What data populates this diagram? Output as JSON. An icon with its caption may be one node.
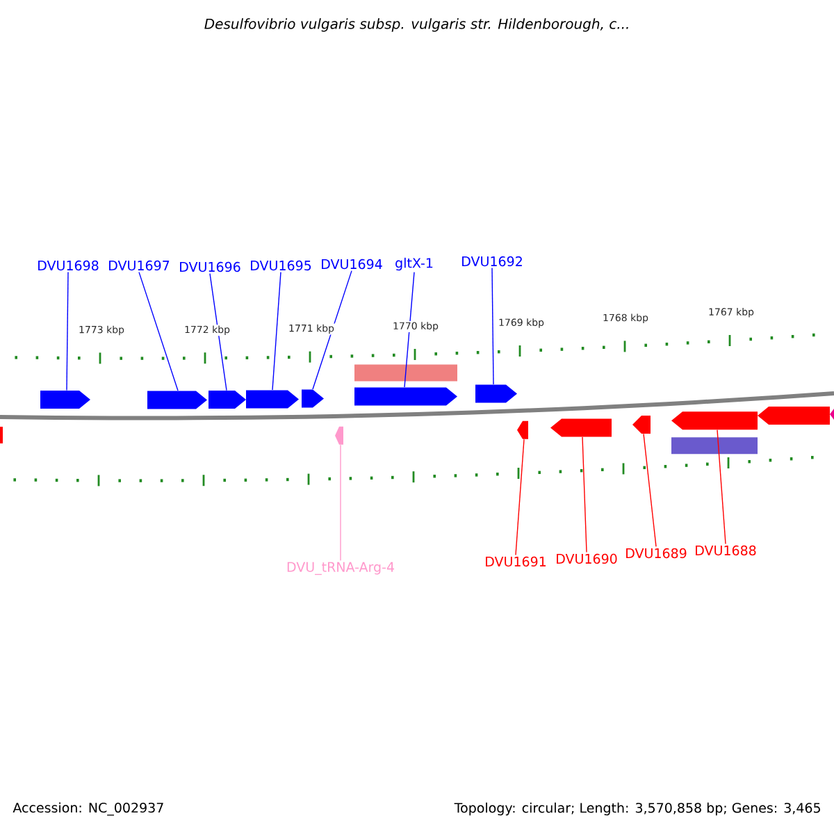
{
  "diagram": {
    "title": "Desulfovibrio vulgaris subsp. vulgaris str. Hildenborough, c...",
    "nodes": [
      {
        "text": [
          "DVU1698"
        ]
      },
      {
        "text": [
          "DVU1697"
        ]
      },
      {
        "text": [
          "DVU1696"
        ]
      },
      {
        "text": [
          "DVU1695"
        ]
      },
      {
        "text": [
          "DVU1694"
        ]
      },
      {
        "text": [
          "gltX-1"
        ]
      },
      {
        "text": [
          "DVU1692"
        ]
      },
      {
        "text": [
          "DVU_tRNA-Arg-4"
        ]
      },
      {
        "text": [
          "DVU1691"
        ]
      },
      {
        "text": [
          "DVU1690"
        ]
      },
      {
        "text": [
          "DVU1689"
        ]
      },
      {
        "text": [
          "DVU1688"
        ]
      },
      {
        "text": [],
        "shape": "arrow"
      },
      {
        "text": [],
        "shape": "arrow"
      },
      {
        "text": [],
        "shape": "arrow"
      },
      {
        "text": [],
        "shape": "arrow"
      },
      {
        "text": [],
        "shape": "arrow"
      },
      {
        "text": [],
        "shape": "arrow"
      },
      {
        "text": [],
        "shape": "arrow"
      },
      {
        "text": [],
        "shape": "arrow"
      },
      {
        "text": [],
        "shape": "arrow"
      },
      {
        "text": [],
        "shape": "arrow"
      },
      {
        "text": [],
        "shape": "arrow"
      },
      {
        "text": [],
        "shape": "arrow"
      }
    ],
    "edges": [
      {
        "from": 0,
        "to": 12,
        "arrow": "none"
      },
      {
        "from": 1,
        "to": 13,
        "arrow": "none"
      },
      {
        "from": 2,
        "to": 14,
        "arrow": "none"
      },
      {
        "from": 3,
        "to": 15,
        "arrow": "none"
      },
      {
        "from": 4,
        "to": 16,
        "arrow": "none"
      },
      {
        "from": 5,
        "to": 17,
        "arrow": "none"
      },
      {
        "from": 6,
        "to": 18,
        "arrow": "none"
      },
      {
        "from": 7,
        "to": 19,
        "arrow": "none",
        "color": "#ff99cc"
      },
      {
        "from": 8,
        "to": 20,
        "arrow": "none",
        "color": "#ff0000"
      },
      {
        "from": 9,
        "to": 21,
        "arrow": "none",
        "color": "#ff0000"
      },
      {
        "from": 10,
        "to": 22,
        "arrow": "none",
        "color": "#ff0000"
      },
      {
        "from": 11,
        "to": 23,
        "arrow": "none",
        "color": "#ff0000"
      }
    ],
    "labels": [
      "1773 kbp",
      "1772 kbp",
      "1771 kbp",
      "1770 kbp",
      "1769 kbp",
      "1768 kbp",
      "1767 kbp",
      "Accession: NC_002937",
      "Topology: circular; Length: 3,570,858 bp; Genes: 3,465"
    ]
  }
}
